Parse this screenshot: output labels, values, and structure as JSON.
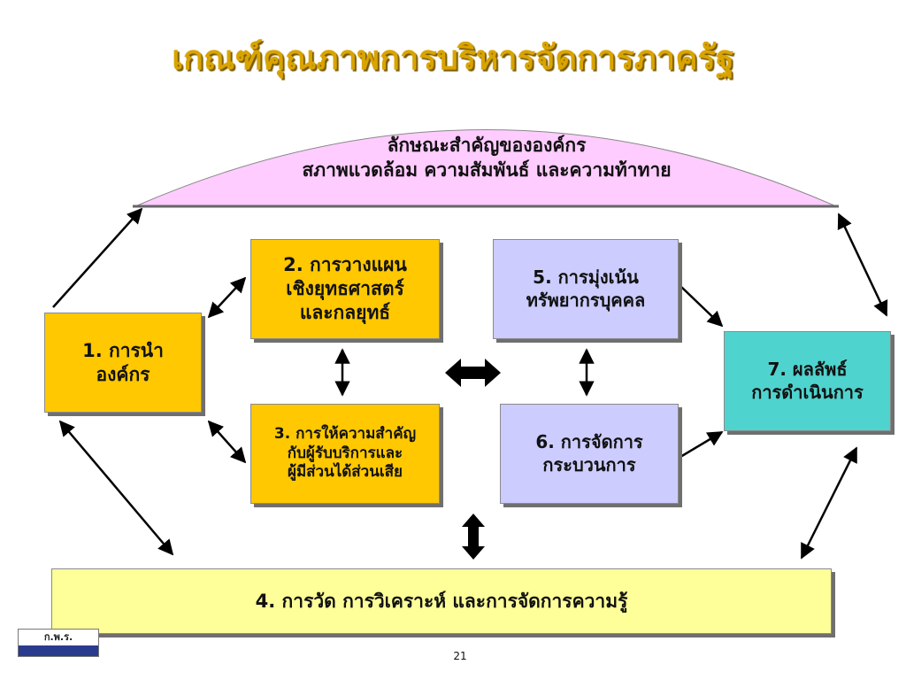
{
  "title": "เกณฑ์คุณภาพการบริหารจัดการภาครัฐ",
  "profile": {
    "line1": "ลักษณะสำคัญขององค์กร",
    "line2": "สภาพแวดล้อม ความสัมพันธ์ และความท้าทาย"
  },
  "boxes": {
    "b1": "1. การนำ\nองค์กร",
    "b2": "2. การวางแผน\nเชิงยุทธศาสตร์\nและกลยุทธ์",
    "b3": "3. การให้ความสำคัญ\nกับผู้รับบริการและ\nผู้มีส่วนได้ส่วนเสีย",
    "b4": "4. การวัด การวิเคราะห์ และการจัดการความรู้",
    "b5": "5. การมุ่งเน้น\nทรัพยากรบุคคล",
    "b6": "6. การจัดการ\nกระบวนการ",
    "b7": "7. ผลลัพธ์\nการดำเนินการ"
  },
  "footer": {
    "logo_text": "ก.พ.ร.",
    "page_number": "21"
  },
  "colors": {
    "title": "#d9a400",
    "profile_fill": "#ffccff",
    "leadership_box": "#ffc800",
    "workforce_box": "#ccccff",
    "results_box": "#4fd3cf",
    "measurement_box": "#ffff99"
  }
}
